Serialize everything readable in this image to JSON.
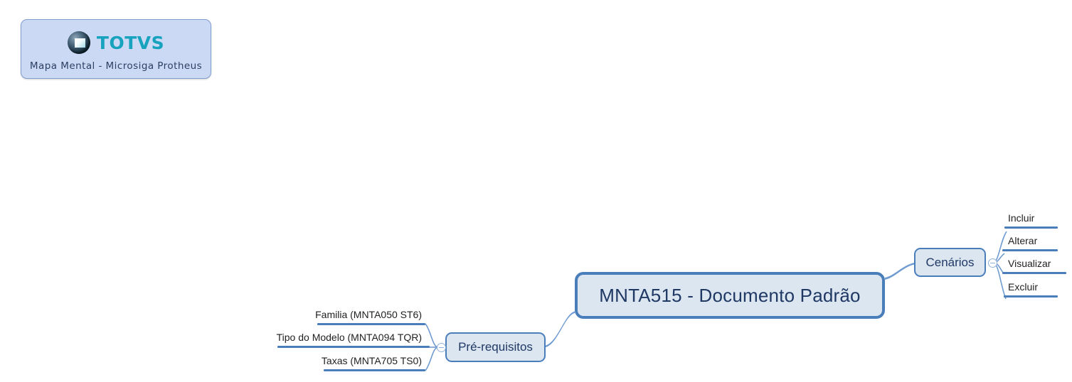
{
  "logo_card": {
    "brand": "TOTVS",
    "subtitle": "Mapa Mental - Microsiga Protheus",
    "sphere_icon": "totvs-sphere-icon"
  },
  "mindmap": {
    "root": {
      "label": "MNTA515 - Documento Padrão"
    },
    "branches": [
      {
        "label": "Cenários",
        "side": "right",
        "toggle": "collapse-toggle-minus",
        "children": [
          {
            "label": "Incluir"
          },
          {
            "label": "Alterar"
          },
          {
            "label": "Visualizar"
          },
          {
            "label": "Excluir"
          }
        ]
      },
      {
        "label": "Pré-requisitos",
        "side": "left",
        "toggle": "collapse-toggle-minus",
        "children": [
          {
            "label": "Familia (MNTA050 ST6)"
          },
          {
            "label": "Tipo do Modelo (MNTA094 TQR)"
          },
          {
            "label": "Taxas (MNTA705 TS0)"
          }
        ]
      }
    ]
  },
  "colors": {
    "node_fill": "#dce6f1",
    "node_border": "#4a7ebb",
    "connector": "#6f9bd1",
    "root_text": "#1f3864",
    "leaf_text": "#1f1f1f",
    "brand_teal": "#17a2bd",
    "card_fill": "#ccd9f5"
  }
}
